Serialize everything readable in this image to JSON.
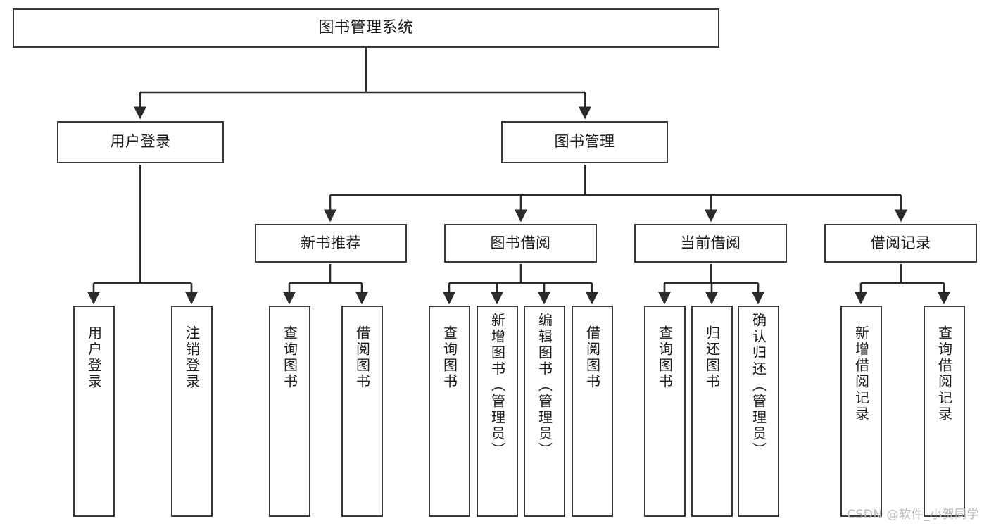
{
  "diagram": {
    "type": "tree-hierarchy",
    "title": "图书管理系统",
    "watermark": "CSDN @软件_小贺同学",
    "colors": {
      "box_stroke": "#3a3a3a",
      "box_fill": "#ffffff",
      "connector": "#2b2b2b",
      "text": "#1b1b1b",
      "watermark": "#b9b9b9"
    },
    "nodes": {
      "root": {
        "label": "图书管理系统"
      },
      "level2": [
        {
          "id": "user-login",
          "label": "用户登录"
        },
        {
          "id": "book-manage",
          "label": "图书管理"
        }
      ],
      "level3": [
        {
          "id": "new-book-recommend",
          "label": "新书推荐"
        },
        {
          "id": "book-borrow",
          "label": "图书借阅"
        },
        {
          "id": "current-borrow",
          "label": "当前借阅"
        },
        {
          "id": "borrow-record",
          "label": "借阅记录"
        }
      ],
      "leaves": {
        "user-login": [
          {
            "id": "leaf-user-login",
            "label": "用户登录"
          },
          {
            "id": "leaf-logout-login",
            "label": "注销登录"
          }
        ],
        "new-book-recommend": [
          {
            "id": "leaf-query-book-1",
            "label": "查询图书"
          },
          {
            "id": "leaf-borrow-book-1",
            "label": "借阅图书"
          }
        ],
        "book-borrow": [
          {
            "id": "leaf-query-book-2",
            "label": "查询图书"
          },
          {
            "id": "leaf-add-book",
            "label": "新增图书（管理员）"
          },
          {
            "id": "leaf-edit-book",
            "label": "编辑图书（管理员）"
          },
          {
            "id": "leaf-borrow-book-2",
            "label": "借阅图书"
          }
        ],
        "current-borrow": [
          {
            "id": "leaf-query-book-3",
            "label": "查询图书"
          },
          {
            "id": "leaf-return-book",
            "label": "归还图书"
          },
          {
            "id": "leaf-confirm-return",
            "label": "确认归还（管理员）"
          }
        ],
        "borrow-record": [
          {
            "id": "leaf-add-record",
            "label": "新增借阅记录"
          },
          {
            "id": "leaf-query-record",
            "label": "查询借阅记录"
          }
        ]
      }
    }
  }
}
